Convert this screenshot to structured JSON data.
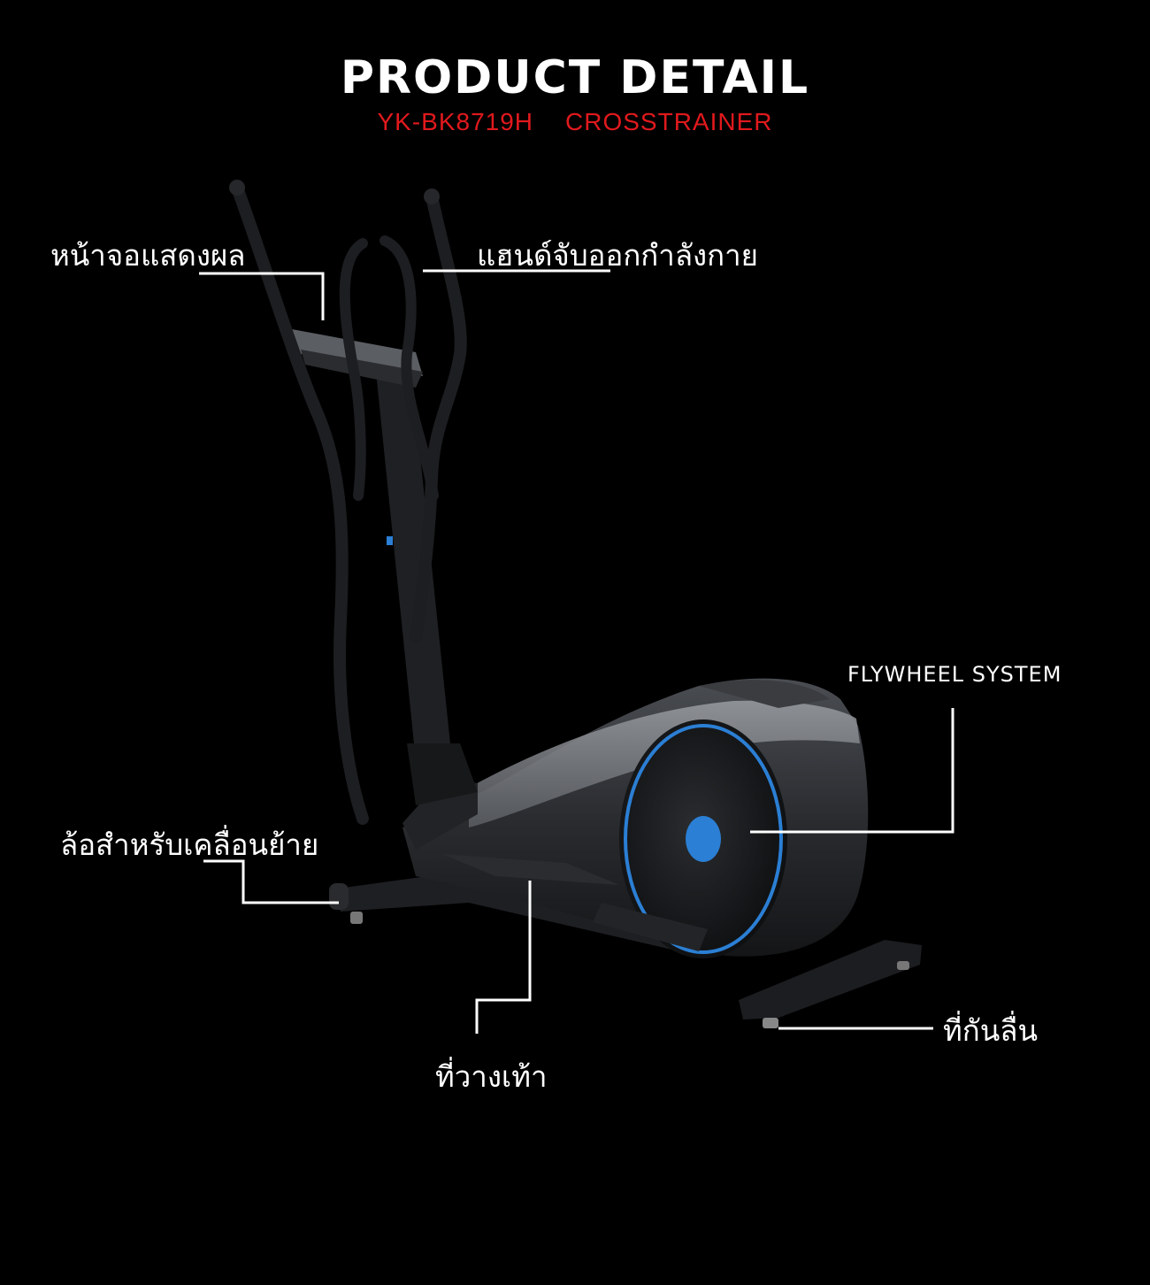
{
  "header": {
    "title": "PRODUCT DETAIL",
    "model": "YK-BK8719H",
    "product_type": "CROSSTRAINER"
  },
  "callouts": {
    "display": "หน้าจอแสดงผล",
    "handles": "แฮนด์จับออกกำลังกาย",
    "flywheel": "FLYWHEEL SYSTEM",
    "wheels": "ล้อสำหรับเคลื่อนย้าย",
    "anti_slip": "ที่กันลื่น",
    "footrest": "ที่วางเท้า"
  },
  "colors": {
    "background": "#000000",
    "title": "#ffffff",
    "accent_red": "#e0191d",
    "flywheel_blue": "#2b7fd4"
  },
  "icons": [
    "elliptical-crosstrainer-illustration"
  ]
}
